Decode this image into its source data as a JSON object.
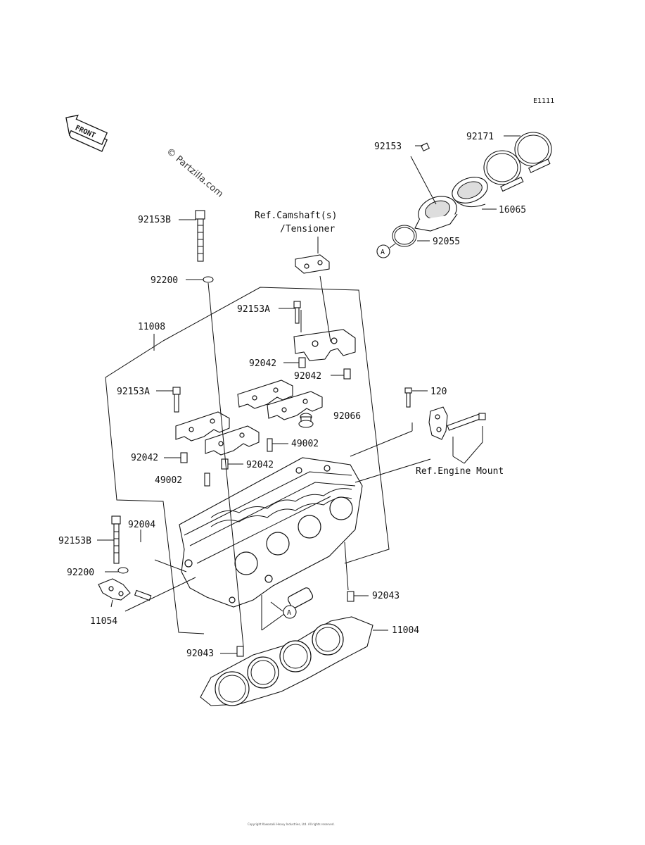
{
  "diagram": {
    "code": "E1111",
    "front_label": "FRONT",
    "watermark": "© Partzilla.com",
    "footer": "Copyright  Kawasaki Heavy Industries, Ltd.  All rights reserved.",
    "callout_marker": "A",
    "refs": {
      "camshaft_line1": "Ref.Camshaft(s)",
      "camshaft_line2": "/Tensioner",
      "engine_mount": "Ref.Engine Mount"
    },
    "parts": {
      "p92153": "92153",
      "p92171": "92171",
      "p16065": "16065",
      "p92055": "92055",
      "p92153B_top": "92153B",
      "p92200_top": "92200",
      "p92153A_top": "92153A",
      "p11008": "11008",
      "p92042_a": "92042",
      "p92042_b": "92042",
      "p92153A_left": "92153A",
      "p120": "120",
      "p92066": "92066",
      "p49002_right": "49002",
      "p92042_c": "92042",
      "p92042_d": "92042",
      "p49002_left": "49002",
      "p92004": "92004",
      "p92153B_bottom": "92153B",
      "p92200_bottom": "92200",
      "p11054": "11054",
      "p92043_right": "92043",
      "p11004": "11004",
      "p92043_bottom": "92043"
    }
  }
}
